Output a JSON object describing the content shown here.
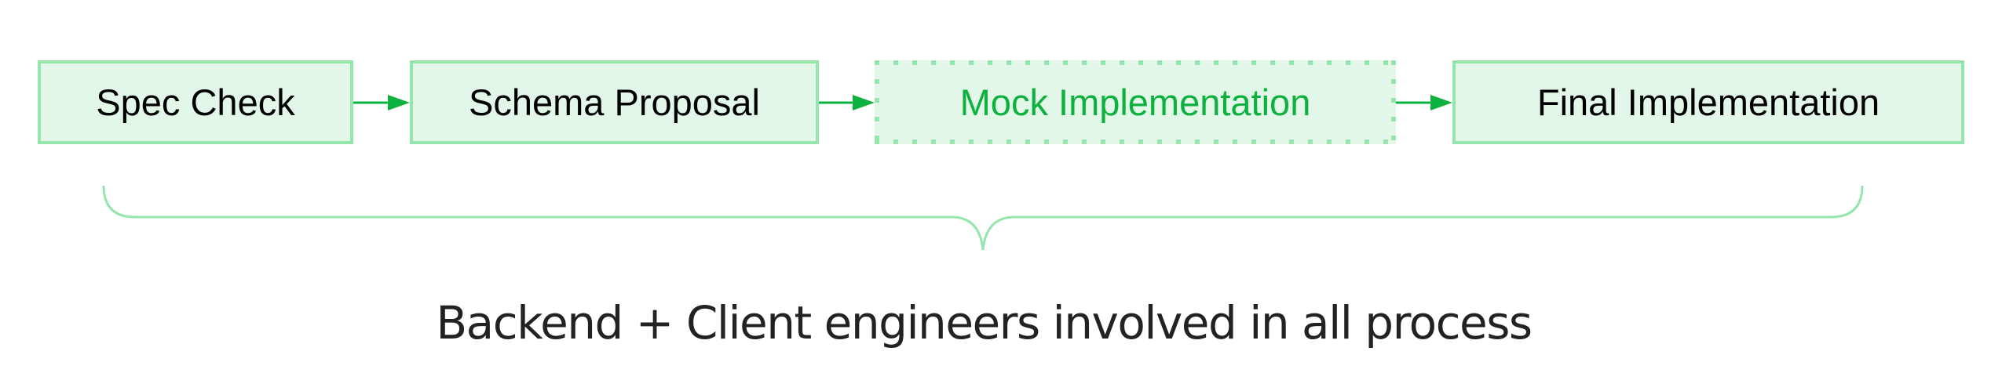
{
  "diagram": {
    "steps": [
      {
        "label": "Spec Check",
        "style": "solid"
      },
      {
        "label": "Schema Proposal",
        "style": "solid"
      },
      {
        "label": "Mock Implementation",
        "style": "dotted",
        "highlight": true
      },
      {
        "label": "Final Implementation",
        "style": "solid"
      }
    ],
    "connectors": [
      {
        "from": "Spec Check",
        "to": "Schema Proposal",
        "type": "arrow"
      },
      {
        "from": "Schema Proposal",
        "to": "Mock Implementation",
        "type": "arrow"
      },
      {
        "from": "Mock Implementation",
        "to": "Final Implementation",
        "type": "arrow"
      }
    ],
    "brace": {
      "spans": [
        "Spec Check",
        "Final Implementation"
      ],
      "orientation": "bottom"
    },
    "caption": "Backend + Client engineers involved in all process"
  },
  "colors": {
    "box_fill": "#e2f7e8",
    "box_border": "#95e5ad",
    "arrow": "#0db13e",
    "highlight_text": "#0db13e",
    "caption_text": "#222222",
    "step_text": "#000000"
  }
}
